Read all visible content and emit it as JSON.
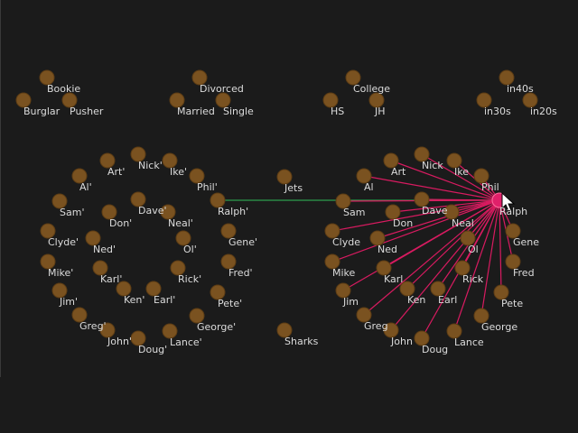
{
  "colors": {
    "background": "#1b1b1b",
    "node_fill": "#7a5220",
    "node_stroke": "#5e3d14",
    "selected_fill": "#e0206a",
    "link_active": "#d81b60",
    "link_bridge": "#2e9e4e",
    "label_text": "#dcdcdc"
  },
  "cursor_icon": "arrow-pointer-icon",
  "nodes": [
    {
      "id": "bookie",
      "label": "Bookie"
    },
    {
      "id": "burglar",
      "label": "Burglar"
    },
    {
      "id": "pusher",
      "label": "Pusher"
    },
    {
      "id": "divorced",
      "label": "Divorced"
    },
    {
      "id": "married",
      "label": "Married"
    },
    {
      "id": "single",
      "label": "Single"
    },
    {
      "id": "college",
      "label": "College"
    },
    {
      "id": "hs",
      "label": "HS"
    },
    {
      "id": "jh",
      "label": "JH"
    },
    {
      "id": "in40s",
      "label": "in40s"
    },
    {
      "id": "in30s",
      "label": "in30s"
    },
    {
      "id": "in20s",
      "label": "in20s"
    },
    {
      "id": "nick_p",
      "label": "Nick'"
    },
    {
      "id": "ike_p",
      "label": "Ike'"
    },
    {
      "id": "art_p",
      "label": "Art'"
    },
    {
      "id": "phil_p",
      "label": "Phil'"
    },
    {
      "id": "al_p",
      "label": "Al'"
    },
    {
      "id": "ralph_p",
      "label": "Ralph'"
    },
    {
      "id": "sam_p",
      "label": "Sam'"
    },
    {
      "id": "don_p",
      "label": "Don'"
    },
    {
      "id": "dave_p",
      "label": "Dave'"
    },
    {
      "id": "neal_p",
      "label": "Neal'"
    },
    {
      "id": "clyde_p",
      "label": "Clyde'"
    },
    {
      "id": "gene_p",
      "label": "Gene'"
    },
    {
      "id": "ned_p",
      "label": "Ned'"
    },
    {
      "id": "ol_p",
      "label": "Ol'"
    },
    {
      "id": "mike_p",
      "label": "Mike'"
    },
    {
      "id": "fred_p",
      "label": "Fred'"
    },
    {
      "id": "karl_p",
      "label": "Karl'"
    },
    {
      "id": "rick_p",
      "label": "Rick'"
    },
    {
      "id": "jim_p",
      "label": "Jim'"
    },
    {
      "id": "ken_p",
      "label": "Ken'"
    },
    {
      "id": "earl_p",
      "label": "Earl'"
    },
    {
      "id": "pete_p",
      "label": "Pete'"
    },
    {
      "id": "greg_p",
      "label": "Greg'"
    },
    {
      "id": "george_p",
      "label": "George'"
    },
    {
      "id": "john_p",
      "label": "John'"
    },
    {
      "id": "lance_p",
      "label": "Lance'"
    },
    {
      "id": "doug_p",
      "label": "Doug'"
    },
    {
      "id": "jets",
      "label": "Jets"
    },
    {
      "id": "sharks",
      "label": "Sharks"
    },
    {
      "id": "art",
      "label": "Art"
    },
    {
      "id": "nick",
      "label": "Nick"
    },
    {
      "id": "ike",
      "label": "Ike"
    },
    {
      "id": "al",
      "label": "Al"
    },
    {
      "id": "phil",
      "label": "Phil"
    },
    {
      "id": "ralph",
      "label": "Ralph"
    },
    {
      "id": "sam",
      "label": "Sam"
    },
    {
      "id": "don",
      "label": "Don"
    },
    {
      "id": "dave",
      "label": "Dave"
    },
    {
      "id": "neal",
      "label": "Neal"
    },
    {
      "id": "clyde",
      "label": "Clyde"
    },
    {
      "id": "gene",
      "label": "Gene"
    },
    {
      "id": "ned",
      "label": "Ned"
    },
    {
      "id": "ol",
      "label": "Ol"
    },
    {
      "id": "mike",
      "label": "Mike"
    },
    {
      "id": "fred",
      "label": "Fred"
    },
    {
      "id": "karl",
      "label": "Karl"
    },
    {
      "id": "rick",
      "label": "Rick"
    },
    {
      "id": "jim",
      "label": "Jim"
    },
    {
      "id": "ken",
      "label": "Ken"
    },
    {
      "id": "earl",
      "label": "Earl"
    },
    {
      "id": "pete",
      "label": "Pete"
    },
    {
      "id": "greg",
      "label": "Greg"
    },
    {
      "id": "george",
      "label": "George"
    },
    {
      "id": "john",
      "label": "John"
    },
    {
      "id": "lance",
      "label": "Lance"
    },
    {
      "id": "doug",
      "label": "Doug"
    }
  ],
  "selected": "ralph",
  "edges_active": [
    [
      "ralph",
      "art"
    ],
    [
      "ralph",
      "nick"
    ],
    [
      "ralph",
      "ike"
    ],
    [
      "ralph",
      "al"
    ],
    [
      "ralph",
      "phil"
    ],
    [
      "ralph",
      "sam"
    ],
    [
      "ralph",
      "don"
    ],
    [
      "ralph",
      "dave"
    ],
    [
      "ralph",
      "neal"
    ],
    [
      "ralph",
      "clyde"
    ],
    [
      "ralph",
      "gene"
    ],
    [
      "ralph",
      "ned"
    ],
    [
      "ralph",
      "ol"
    ],
    [
      "ralph",
      "mike"
    ],
    [
      "ralph",
      "fred"
    ],
    [
      "ralph",
      "karl"
    ],
    [
      "ralph",
      "rick"
    ],
    [
      "ralph",
      "jim"
    ],
    [
      "ralph",
      "ken"
    ],
    [
      "ralph",
      "earl"
    ],
    [
      "ralph",
      "pete"
    ],
    [
      "ralph",
      "greg"
    ],
    [
      "ralph",
      "george"
    ],
    [
      "ralph",
      "john"
    ],
    [
      "ralph",
      "lance"
    ],
    [
      "ralph",
      "doug"
    ]
  ],
  "edges_bridge": [
    [
      "ralph_p",
      "ralph"
    ]
  ]
}
